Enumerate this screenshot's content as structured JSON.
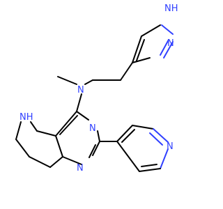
{
  "molecule": {
    "atoms": {
      "pyrazole_nh": "NH",
      "pyrazole_n": "N",
      "amine_n": "N",
      "pyrimidine_n_top": "N",
      "pyrimidine_n_bottom": "N",
      "azepane_nh": "NH",
      "pyridine_n": "N"
    },
    "colors": {
      "bond": "#000000",
      "heteroatom": "#3040ff",
      "background": "#ffffff"
    }
  }
}
